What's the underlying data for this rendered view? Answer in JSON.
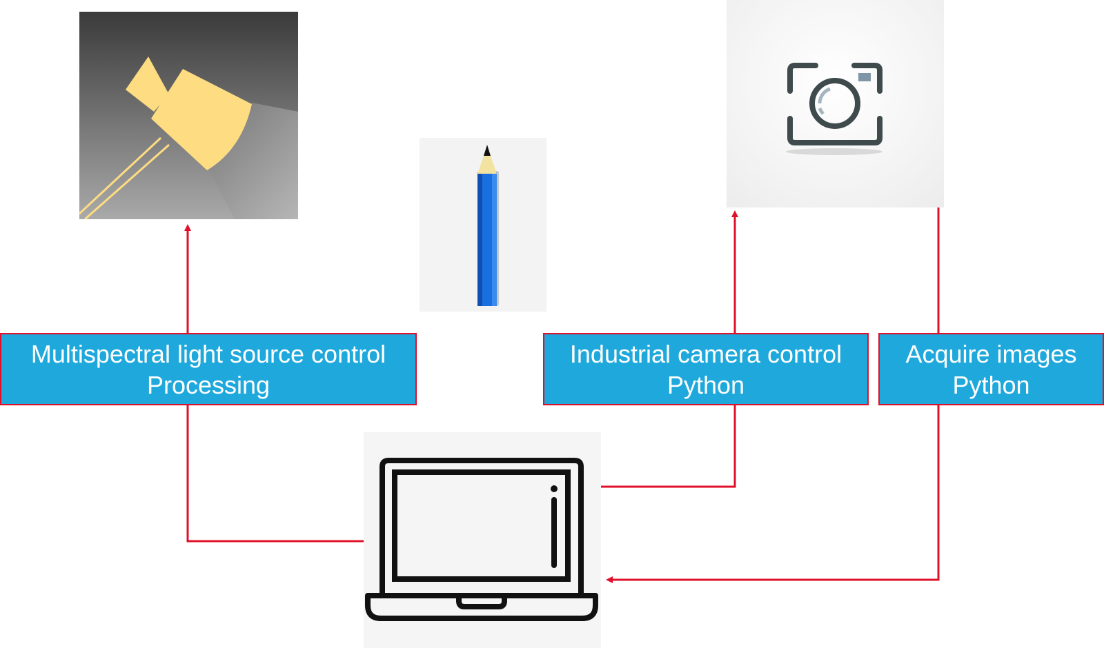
{
  "colors": {
    "connector": "#e0102a",
    "box_fill": "#1fa8dc",
    "box_text": "#ffffff",
    "led_body": "#fddc82",
    "pencil_blue": "#1a6fe0",
    "camera_gray": "#3f4a4d",
    "laptop_black": "#111111"
  },
  "nodes": {
    "light_source": {
      "icon": "led-light-icon"
    },
    "pencil": {
      "icon": "pencil-icon"
    },
    "camera": {
      "icon": "camera-icon"
    },
    "laptop": {
      "icon": "laptop-icon"
    }
  },
  "labels": {
    "light_control": {
      "line1": "Multispectral light source control",
      "line2": "Processing"
    },
    "camera_control": {
      "line1": "Industrial camera control",
      "line2": "Python"
    },
    "acquire": {
      "line1": "Acquire images",
      "line2": "Python"
    }
  }
}
